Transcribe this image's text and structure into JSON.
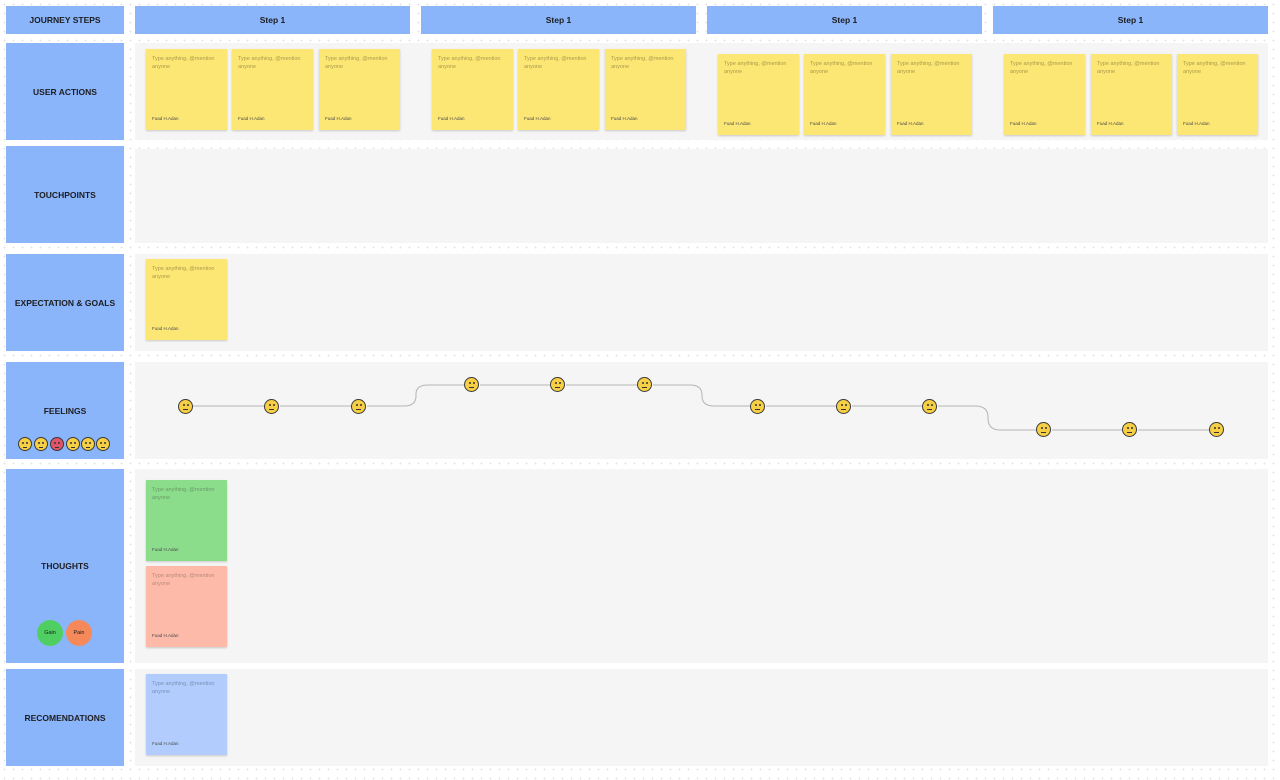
{
  "header": {
    "corner_label": "JOURNEY STEPS",
    "steps": [
      "Step 1",
      "Step 1",
      "Step 1",
      "Step 1"
    ]
  },
  "rows": {
    "user_actions": "USER ACTIONS",
    "touchpoints": "TOUCHPOINTS",
    "expectation_goals": "EXPECTATION & GOALS",
    "feelings": "FEELINGS",
    "thoughts": "THOUGHTS",
    "recommendations": "RECOMENDATIONS"
  },
  "sticky": {
    "placeholder": "Type anything, @mention anyone",
    "author": "Fuad H.Adan"
  },
  "legend": {
    "gain": "Gain",
    "pain": "Pain"
  },
  "feelings_scale": [
    "cold-sweat-face-icon",
    "neutral-face-icon",
    "angry-devil-face-icon",
    "neutral-face-icon",
    "frowning-face-icon",
    "slightly-smiling-face-icon"
  ],
  "colors": {
    "header_blue": "#8ab5fb",
    "sticky_yellow": "#fde774",
    "sticky_green": "#8cdd8b",
    "sticky_red": "#fdbaa8",
    "sticky_blue": "#b2cdfd",
    "gain_green": "#4fcf62",
    "pain_orange": "#f6895a"
  }
}
